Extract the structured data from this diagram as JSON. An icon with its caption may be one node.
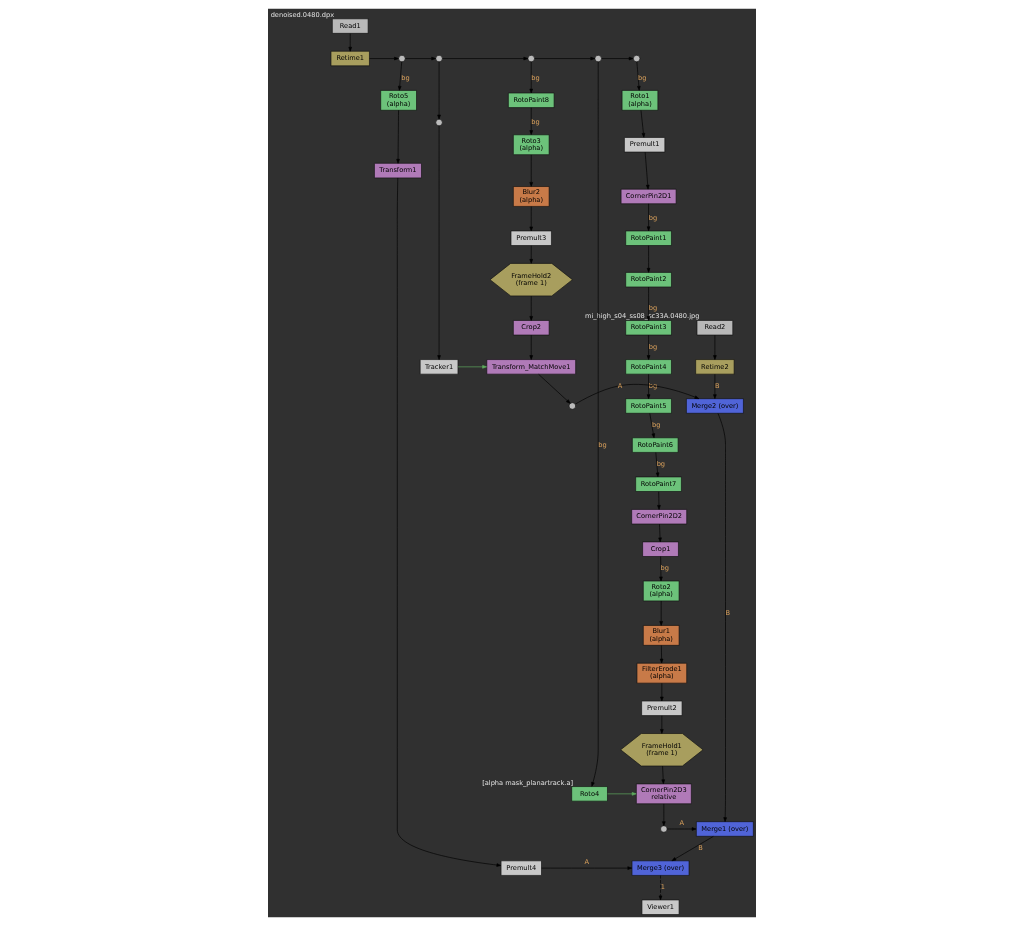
{
  "diagram": {
    "nodes": [
      {
        "text": [
          "Read1"
        ],
        "beside": [
          "denoised.0480.dpx"
        ]
      },
      {
        "text": [
          "Read2"
        ],
        "beside": [
          "mi_high_s04_ss08_sc33A.0480.jpg"
        ]
      },
      {
        "text": [
          "Retime1"
        ]
      },
      {
        "text": [
          "Retime2"
        ]
      },
      {
        "text": [
          "Viewer1"
        ]
      },
      {
        "text": [],
        "shape": "circle"
      },
      {
        "text": [],
        "shape": "circle"
      },
      {
        "text": [],
        "shape": "circle"
      },
      {
        "text": [],
        "shape": "circle"
      },
      {
        "text": [],
        "shape": "circle"
      },
      {
        "text": [
          "Roto1",
          "(alpha)"
        ]
      },
      {
        "text": [
          "RotoPaint8"
        ]
      },
      {
        "text": [
          "Roto5",
          "(alpha)"
        ]
      },
      {
        "text": [
          "Premult1"
        ]
      },
      {
        "text": [
          "Transform1"
        ]
      },
      {
        "text": [
          "CornerPin2D1"
        ]
      },
      {
        "text": [
          "RotoPaint1"
        ]
      },
      {
        "text": [
          "RotoPaint2"
        ]
      },
      {
        "text": [
          "RotoPaint3"
        ]
      },
      {
        "text": [
          "Roto3",
          "(alpha)"
        ]
      },
      {
        "text": [
          "RotoPaint4"
        ]
      },
      {
        "text": [],
        "shape": "circle"
      },
      {
        "text": [
          "RotoPaint5"
        ]
      },
      {
        "text": [
          "Blur2",
          "(alpha)"
        ]
      },
      {
        "text": [
          "RotoPaint6"
        ]
      },
      {
        "text": [
          "Premult3"
        ]
      },
      {
        "text": [
          "RotoPaint7"
        ]
      },
      {
        "text": [
          "CornerPin2D2"
        ]
      },
      {
        "text": [
          "FrameHold2",
          "(frame 1)"
        ]
      },
      {
        "text": [
          "Crop1"
        ]
      },
      {
        "text": [
          "Roto2",
          "(alpha)"
        ]
      },
      {
        "text": [
          "Crop2"
        ]
      },
      {
        "text": [
          "Transform_MatchMove1"
        ]
      },
      {
        "text": [
          "Tracker1"
        ]
      },
      {
        "text": [
          "Blur1",
          "(alpha)"
        ]
      },
      {
        "text": [
          "FilterErode1",
          "(alpha)"
        ]
      },
      {
        "text": [],
        "shape": "circle"
      },
      {
        "text": [
          "Merge2 (over)"
        ]
      },
      {
        "text": [
          "Premult2"
        ]
      },
      {
        "text": [
          "FrameHold1",
          "(frame 1)"
        ]
      },
      {
        "text": [
          "CornerPin2D3",
          "relative"
        ]
      },
      {
        "text": [
          "Roto4"
        ],
        "beside": [
          "[alpha mask_planartrack.a]"
        ]
      },
      {
        "text": [],
        "shape": "circle"
      },
      {
        "text": [
          "Merge1 (over)"
        ]
      },
      {
        "text": [
          "Premult4"
        ]
      },
      {
        "text": [
          "Merge3 (over)"
        ]
      }
    ],
    "edges": [
      {
        "from": 0,
        "to": 2,
        "arrow": "to"
      },
      {
        "from": 1,
        "to": 3,
        "arrow": "to"
      },
      {
        "from": 2,
        "to": 9,
        "arrow": "to"
      },
      {
        "from": 9,
        "to": 8,
        "arrow": "to"
      },
      {
        "from": 8,
        "to": 7,
        "arrow": "to"
      },
      {
        "from": 7,
        "to": 6,
        "arrow": "to"
      },
      {
        "from": 6,
        "to": 5,
        "arrow": "to"
      },
      {
        "from": 5,
        "to": 10,
        "arrow": "to",
        "label": "bg"
      },
      {
        "from": 7,
        "to": 11,
        "arrow": "to",
        "label": "bg"
      },
      {
        "from": 9,
        "to": 12,
        "arrow": "to",
        "label": "bg"
      },
      {
        "from": 8,
        "to": 21,
        "arrow": "to"
      },
      {
        "from": 6,
        "to": 41,
        "arrow": "to",
        "label": "bg"
      },
      {
        "from": 10,
        "to": 13,
        "arrow": "to"
      },
      {
        "from": 13,
        "to": 15,
        "arrow": "to"
      },
      {
        "from": 15,
        "to": 16,
        "arrow": "to",
        "label": "bg"
      },
      {
        "from": 16,
        "to": 17,
        "arrow": "to"
      },
      {
        "from": 17,
        "to": 18,
        "arrow": "to",
        "label": "bg"
      },
      {
        "from": 18,
        "to": 20,
        "arrow": "to",
        "label": "bg"
      },
      {
        "from": 20,
        "to": 22,
        "arrow": "to",
        "label": "bg"
      },
      {
        "from": 22,
        "to": 24,
        "arrow": "to",
        "label": "bg"
      },
      {
        "from": 24,
        "to": 26,
        "arrow": "to",
        "label": "bg"
      },
      {
        "from": 26,
        "to": 27,
        "arrow": "to"
      },
      {
        "from": 27,
        "to": 29,
        "arrow": "to"
      },
      {
        "from": 29,
        "to": 30,
        "arrow": "to",
        "label": "bg"
      },
      {
        "from": 30,
        "to": 34,
        "arrow": "to"
      },
      {
        "from": 34,
        "to": 35,
        "arrow": "to"
      },
      {
        "from": 35,
        "to": 38,
        "arrow": "to"
      },
      {
        "from": 38,
        "to": 39,
        "arrow": "to"
      },
      {
        "from": 39,
        "to": 40,
        "arrow": "to"
      },
      {
        "from": 41,
        "to": 40,
        "arrow": "to",
        "color": "#5fae5f"
      },
      {
        "from": 40,
        "to": 42,
        "arrow": "to"
      },
      {
        "from": 11,
        "to": 19,
        "arrow": "to",
        "label": "bg"
      },
      {
        "from": 19,
        "to": 23,
        "arrow": "to"
      },
      {
        "from": 23,
        "to": 25,
        "arrow": "to"
      },
      {
        "from": 25,
        "to": 28,
        "arrow": "to"
      },
      {
        "from": 28,
        "to": 31,
        "arrow": "to"
      },
      {
        "from": 31,
        "to": 32,
        "arrow": "to"
      },
      {
        "from": 21,
        "to": 33,
        "arrow": "to"
      },
      {
        "from": 33,
        "to": 32,
        "arrow": "to",
        "color": "#5fae5f"
      },
      {
        "from": 32,
        "to": 36,
        "arrow": "to"
      },
      {
        "from": 12,
        "to": 14,
        "arrow": "to"
      },
      {
        "from": 14,
        "to": 44,
        "arrow": "to"
      },
      {
        "from": 3,
        "to": 37,
        "arrow": "to",
        "label": "B"
      },
      {
        "from": 36,
        "to": 37,
        "arrow": "to",
        "label": "A"
      },
      {
        "from": 37,
        "to": 43,
        "arrow": "to",
        "label": "B"
      },
      {
        "from": 42,
        "to": 43,
        "arrow": "to",
        "label": "A"
      },
      {
        "from": 43,
        "to": 45,
        "arrow": "to",
        "label": "B"
      },
      {
        "from": 44,
        "to": 45,
        "arrow": "to",
        "label": "A"
      },
      {
        "from": 45,
        "to": 4,
        "arrow": "to",
        "label": "1",
        "style": "dashed"
      }
    ]
  }
}
